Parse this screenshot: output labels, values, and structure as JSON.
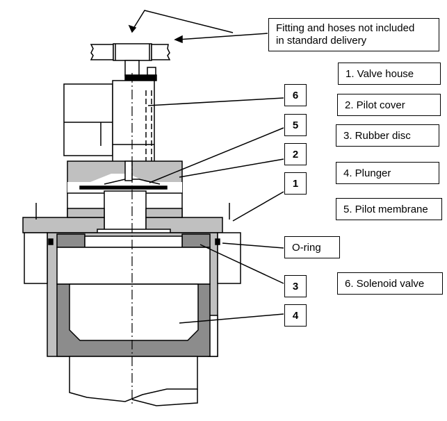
{
  "diagram": {
    "title": "Valve cross-section",
    "note": "Fitting and hoses not included in standard delivery",
    "note_lines": [
      "Fitting and hoses not included",
      "in standard delivery"
    ],
    "legend": [
      {
        "number": "1",
        "label": "1. Valve house"
      },
      {
        "number": "2",
        "label": "2. Pilot cover"
      },
      {
        "number": "3",
        "label": "3. Rubber disc"
      },
      {
        "number": "4",
        "label": "4. Plunger"
      },
      {
        "number": "5",
        "label": "5. Pilot membrane"
      },
      {
        "number": "6",
        "label": "6. Solenoid valve"
      }
    ],
    "callouts": {
      "c6": "6",
      "c5": "5",
      "c2": "2",
      "c1": "1",
      "c3": "3",
      "c4": "4",
      "oring": "O-ring"
    },
    "colors": {
      "light_gray": "#c0c0c0",
      "dark_gray": "#8c8c8c",
      "line": "#000000"
    }
  }
}
